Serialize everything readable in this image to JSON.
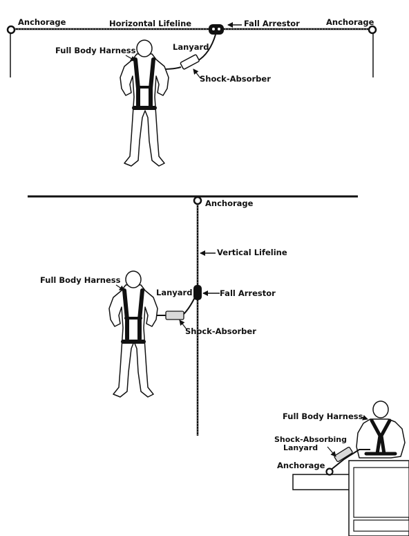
{
  "colors": {
    "ink": "#111111",
    "paper": "#ffffff",
    "shade": "#d9d9d9"
  },
  "panel_horizontal": {
    "anchorage_left": "Anchorage",
    "lifeline": "Horizontal Lifeline",
    "fall_arrestor": "Fall Arrestor",
    "anchorage_right": "Anchorage",
    "harness": "Full Body Harness",
    "lanyard": "Lanyard",
    "shock_absorber": "Shock-Absorber"
  },
  "panel_vertical": {
    "anchorage": "Anchorage",
    "lifeline": "Vertical Lifeline",
    "harness": "Full Body Harness",
    "lanyard": "Lanyard",
    "fall_arrestor": "Fall Arrestor",
    "shock_absorber": "Shock-Absorber"
  },
  "panel_lanyard": {
    "harness": "Full Body Harness",
    "shock_lanyard_line1": "Shock-Absorbing",
    "shock_lanyard_line2": "Lanyard",
    "anchorage": "Anchorage"
  },
  "icons": [
    "anchorage-ring-icon",
    "arrow-icon",
    "fall-arrestor-icon",
    "shock-absorber-icon",
    "harness-icon",
    "worker-figure-icon"
  ]
}
